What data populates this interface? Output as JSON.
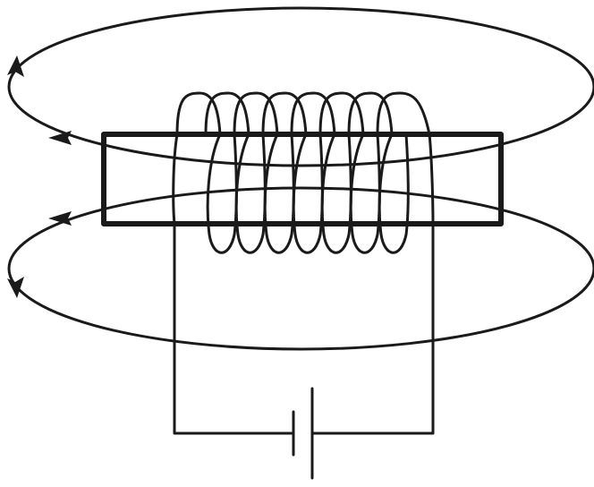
{
  "diagram": {
    "subject": "electromagnet",
    "components": [
      "iron-core",
      "coil",
      "battery",
      "wire",
      "magnetic-field-lines"
    ],
    "coil_turns": 8,
    "field_loops": 2,
    "colors": {
      "stroke": "#1a1a1a",
      "background": "#ffffff"
    }
  }
}
